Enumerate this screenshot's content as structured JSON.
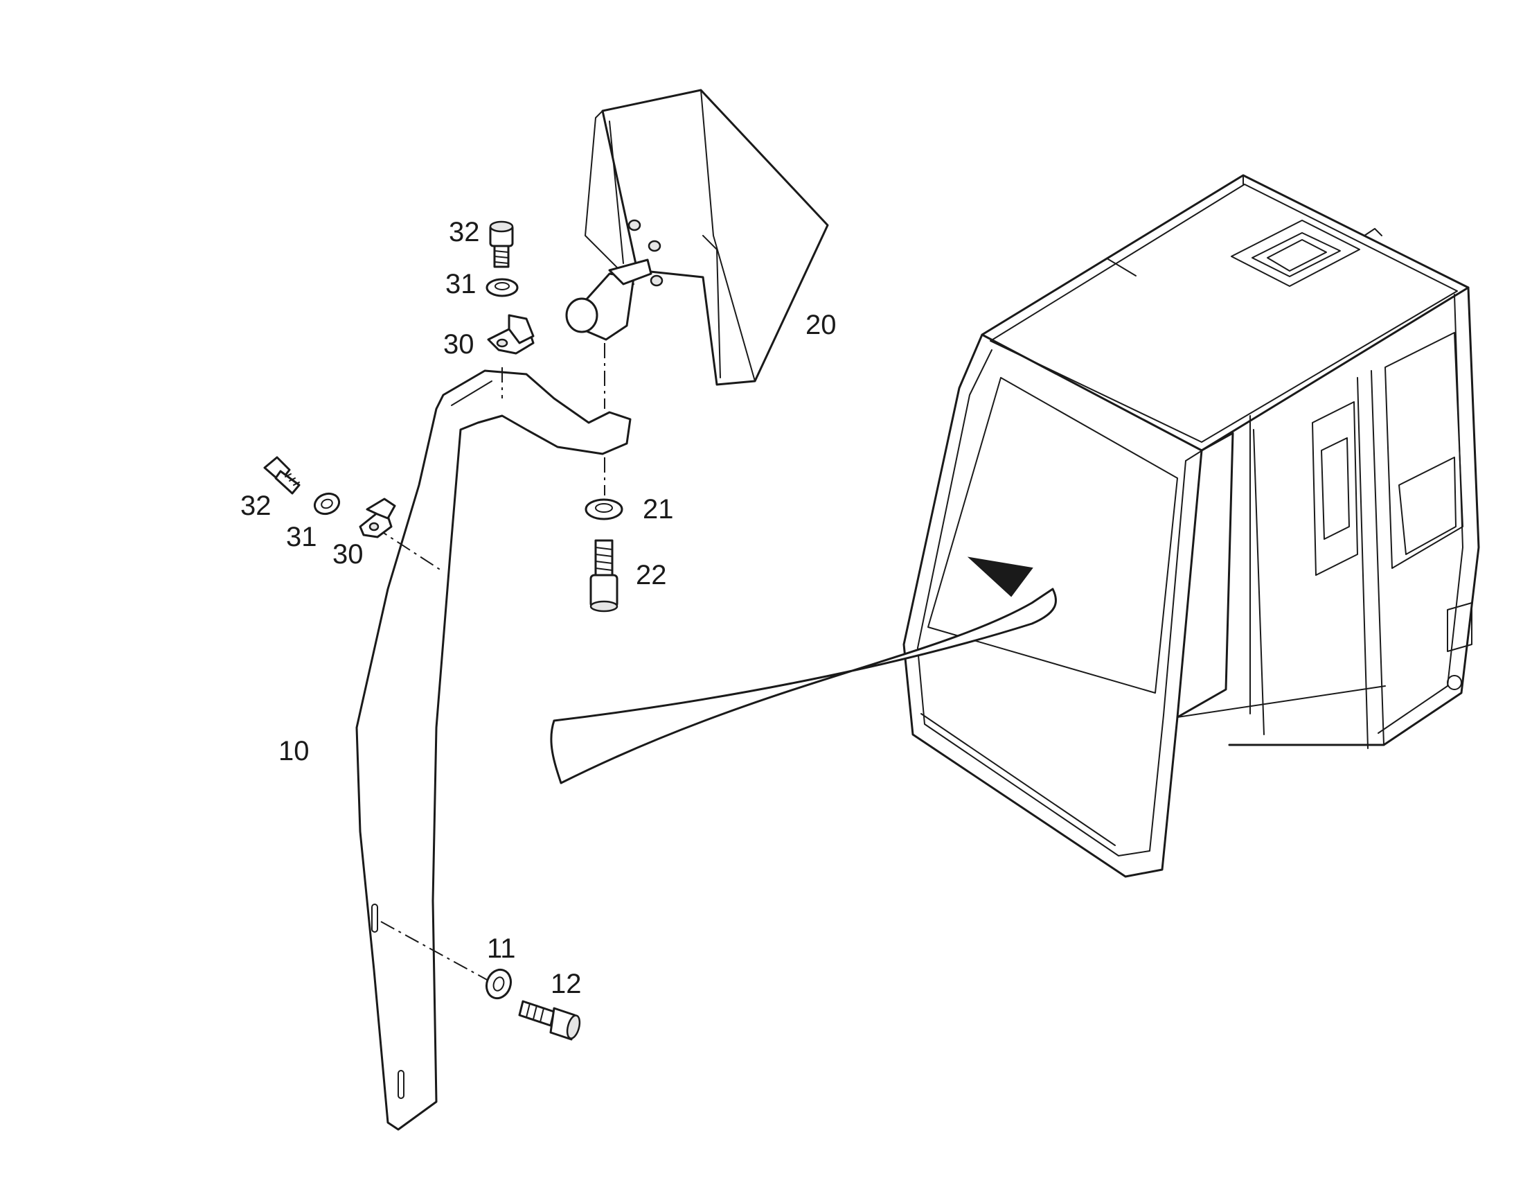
{
  "callouts": {
    "bracket": "10",
    "washer_lower": "11",
    "screw_lower": "12",
    "mirror": "20",
    "washer_mirror": "21",
    "screw_mirror": "22",
    "clamp_top": "30",
    "washer_top": "31",
    "screw_top": "32",
    "clamp_side": "30",
    "washer_side": "31",
    "screw_side": "32"
  }
}
